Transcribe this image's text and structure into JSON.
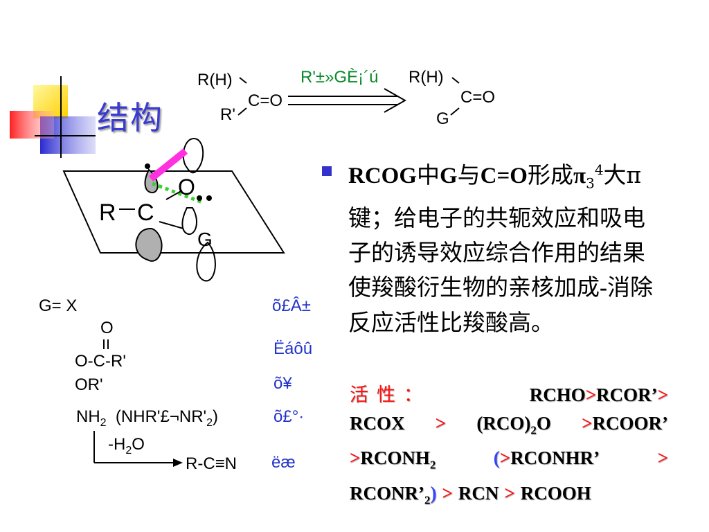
{
  "title": "结构",
  "reaction": {
    "left_top": "R(H)",
    "left_co": "C=O",
    "left_bottom": "R'",
    "arrow_label": "R'±»GÈ¡´ú",
    "right_top": "R(H)",
    "right_co": "C=O",
    "right_bottom": "G"
  },
  "orbital": {
    "r_label": "R",
    "c_label": "C",
    "o_label": "O",
    "g_label": "G"
  },
  "g_list": {
    "header": "G= X",
    "carbonyl_o": "O",
    "acyloxy": "O-C-R'",
    "alkoxy": "OR'",
    "amine": "(NHR'£¬NR'",
    "amine_sub": "2",
    "amine_close": ")",
    "nh": "NH",
    "nh_sub": "2",
    "dehydrate_pre": "-H",
    "dehydrate_sub": "2",
    "dehydrate_post": "O",
    "nitrile": "R-C≡N"
  },
  "garbled": {
    "item1": "õ£Â±",
    "item2": "Ëáôû",
    "item3": "õ¥",
    "item4": "õ£°·",
    "item5": "ëæ"
  },
  "paragraph": {
    "p1": "RCOG",
    "p2": "中",
    "p3": "G",
    "p4": "与",
    "p5": "C=O",
    "p6": "形成",
    "p7": "π",
    "p7_sub": "3",
    "p7_sup": "4",
    "p8": "大π键；给电子的共轭效应和吸电子的诱导效应综合作用的结果使羧酸衍生物的亲核加成",
    "p9": "-",
    "p10": "消除反应活性比羧酸高。"
  },
  "activity": {
    "label": "活性",
    "colon": "：",
    "t1": "RCHO",
    "t2": "RCOR’",
    "t3": "RCOX",
    "t4a": "(RCO)",
    "t4sub": "2",
    "t4b": "O",
    "t5": "RCOOR’",
    "t6": "RCONH",
    "t6sub": "2",
    "t7": "RCONHR’",
    "t8a": "RCONR’",
    "t8sub": "2",
    "t9": "RCN",
    "t10": "RCOOH",
    "gt": ">",
    "open": "(",
    "close": ")"
  },
  "colors": {
    "title": "#3b3bd0",
    "arrow_label": "#0a8a2a",
    "garbled": "#2233cc",
    "activity_gt": "#ff1010",
    "bullet": "#3333cc",
    "deco_yellow": "#ffd700",
    "deco_blue": "#3a3ad8",
    "deco_red": "#ff3030"
  }
}
